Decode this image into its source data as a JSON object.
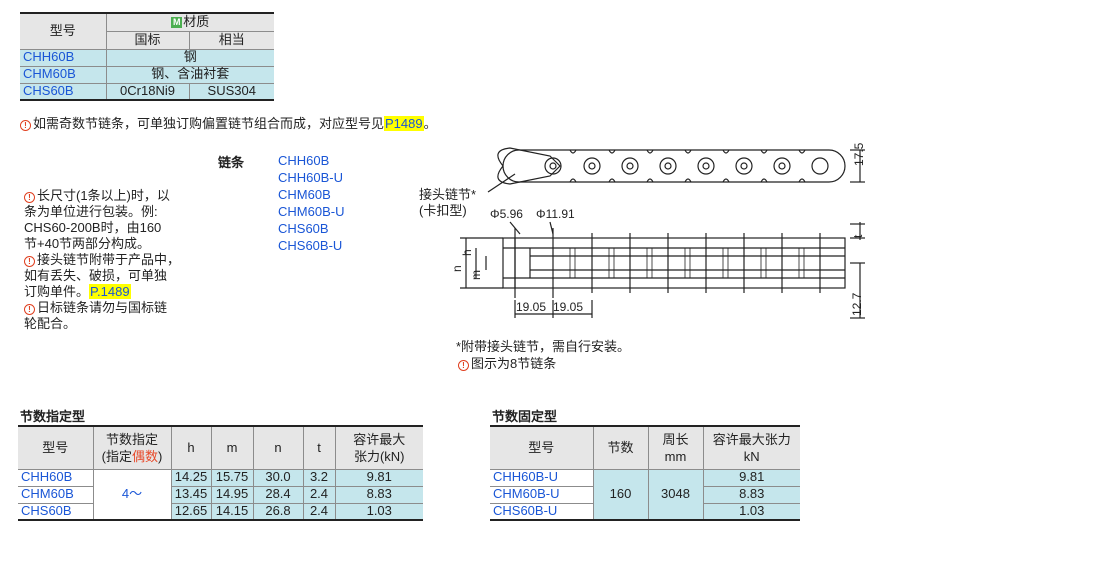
{
  "material_table": {
    "model_header": "型号",
    "material_header": "材质",
    "material_badge": "M",
    "gb_header": "国标",
    "equiv_header": "相当",
    "rows": [
      {
        "model": "CHH60B",
        "material": "钢"
      },
      {
        "model": "CHM60B",
        "material": "钢、含油衬套"
      },
      {
        "model": "CHS60B",
        "gb": "0Cr18Ni9",
        "equiv": "SUS304"
      }
    ]
  },
  "note_odd": {
    "icon": "!",
    "text": "如需奇数节链条，可单独订购偏置链节组合而成，对应型号见",
    "link": "P1489",
    "end": "。"
  },
  "chain_list": {
    "label": "链条",
    "models": [
      "CHH60B",
      "CHH60B-U",
      "CHM60B",
      "CHM60B-U",
      "CHS60B",
      "CHS60B-U"
    ]
  },
  "left_notes": {
    "n1_line1": "长尺寸(1条以上)时，以",
    "n1_line2": "条为单位进行包装。例:",
    "n1_line3": "CHS60-200B时，由160",
    "n1_line4": "节+40节两部分构成。",
    "n2_line1": "接头链节附带于产品中，",
    "n2_line2": "如有丢失、破损，可单独",
    "n2_line3": "订购单件。",
    "n2_link": "P.1489",
    "n3_line1": "日标链条请勿与国标链",
    "n3_line2": "轮配合。"
  },
  "diagram": {
    "joint_label": "接头链节*",
    "clip_label": "(卡扣型)",
    "phi1": "Φ5.96",
    "phi2": "Φ11.91",
    "dim_height": "17.5",
    "dim_t": "t",
    "dim_n": "n",
    "dim_m": "m",
    "dim_h": "h",
    "dim_127": "12.7",
    "pitch1": "19.05",
    "pitch2": "19.05"
  },
  "diagram_notes": {
    "n1": "*附带接头链节，需自行安装。",
    "n2": "图示为8节链条"
  },
  "spec_table": {
    "title": "节数指定型",
    "headers": {
      "model": "型号",
      "links1": "节数指定",
      "links2_pre": "(指定",
      "links2_red": "偶数",
      "links2_post": ")",
      "h": "h",
      "m": "m",
      "n": "n",
      "t": "t",
      "tension1": "容许最大",
      "tension2": "张力(kN)"
    },
    "links_value": "4～",
    "rows": [
      {
        "model": "CHH60B",
        "h": "14.25",
        "m": "15.75",
        "n": "30.0",
        "t": "3.2",
        "tension": "9.81"
      },
      {
        "model": "CHM60B",
        "h": "13.45",
        "m": "14.95",
        "n": "28.4",
        "t": "2.4",
        "tension": "8.83"
      },
      {
        "model": "CHS60B",
        "h": "12.65",
        "m": "14.15",
        "n": "26.8",
        "t": "2.4",
        "tension": "1.03"
      }
    ]
  },
  "fixed_table": {
    "title": "节数固定型",
    "headers": {
      "model": "型号",
      "links": "节数",
      "perimeter1": "周长",
      "perimeter2": "mm",
      "tension1": "容许最大张力",
      "tension2": "kN"
    },
    "links_value": "160",
    "perimeter_value": "3048",
    "rows": [
      {
        "model": "CHH60B-U",
        "tension": "9.81"
      },
      {
        "model": "CHM60B-U",
        "tension": "8.83"
      },
      {
        "model": "CHS60B-U",
        "tension": "1.03"
      }
    ]
  }
}
